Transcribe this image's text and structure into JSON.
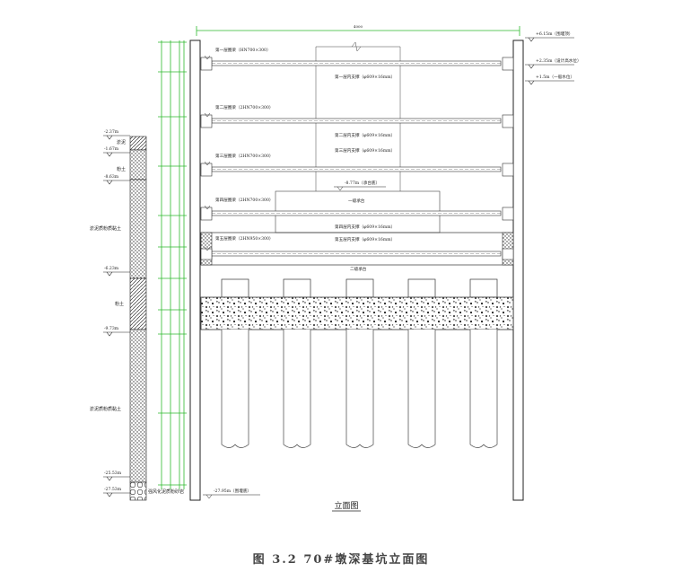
{
  "top_dimension": "4000",
  "right_levels": [
    {
      "id": "l1",
      "text": "+6.15m（围堰顶）"
    },
    {
      "id": "l2",
      "text": "+2.35m（设计高水位）"
    },
    {
      "id": "l3",
      "text": "+1.5m（一般水位）"
    }
  ],
  "left_levels": [
    {
      "id": "e1",
      "text": "-2.37m"
    },
    {
      "id": "e2",
      "text": "-1.67m"
    },
    {
      "id": "e3",
      "text": "-8.63m"
    },
    {
      "id": "e4",
      "text": "-6.23m"
    },
    {
      "id": "e5",
      "text": "-9.73m"
    },
    {
      "id": "e6",
      "text": "-25.53m"
    },
    {
      "id": "e7",
      "text": "-27.53m"
    }
  ],
  "soil_layers": [
    {
      "id": "s1",
      "text": "淤泥"
    },
    {
      "id": "s2",
      "text": "粉土"
    },
    {
      "id": "s3",
      "text": "淤泥质粉质黏土"
    },
    {
      "id": "s4",
      "text": "粉土"
    },
    {
      "id": "s5",
      "text": "淤泥质粉质黏土"
    },
    {
      "id": "s6",
      "text": "强风化泥质粉砂岩"
    }
  ],
  "beams": [
    {
      "id": "b1",
      "text": "第一层圈梁（HN700×300）"
    },
    {
      "id": "b2",
      "text": "第二层圈梁（2HN700×300）"
    },
    {
      "id": "b3",
      "text": "第三层圈梁（2HN700×300）"
    },
    {
      "id": "b4",
      "text": "第四层圈梁（2HN700×300）"
    },
    {
      "id": "b5",
      "text": "第五层圈梁（2HN950×300）"
    }
  ],
  "struts": [
    {
      "id": "t1",
      "text": "第一层内支撑（φ609×16mm）"
    },
    {
      "id": "t2",
      "text": "第二层内支撑（φ609×16mm）"
    },
    {
      "id": "t3",
      "text": "第三层内支撑（φ609×16mm）"
    },
    {
      "id": "t4",
      "text": "第四层内支撑（φ609×16mm）"
    },
    {
      "id": "t5",
      "text": "第五层内支撑（φ609×16mm）"
    }
  ],
  "labels": {
    "cap_bottom": "-8.77m（承台底）",
    "cap1": "一级承台",
    "cap2": "二级承台",
    "pile_bottom": "-27.95m（围堰底）",
    "view_title": "立面图"
  },
  "caption": "图 3.2  70#墩深基坑立面图"
}
